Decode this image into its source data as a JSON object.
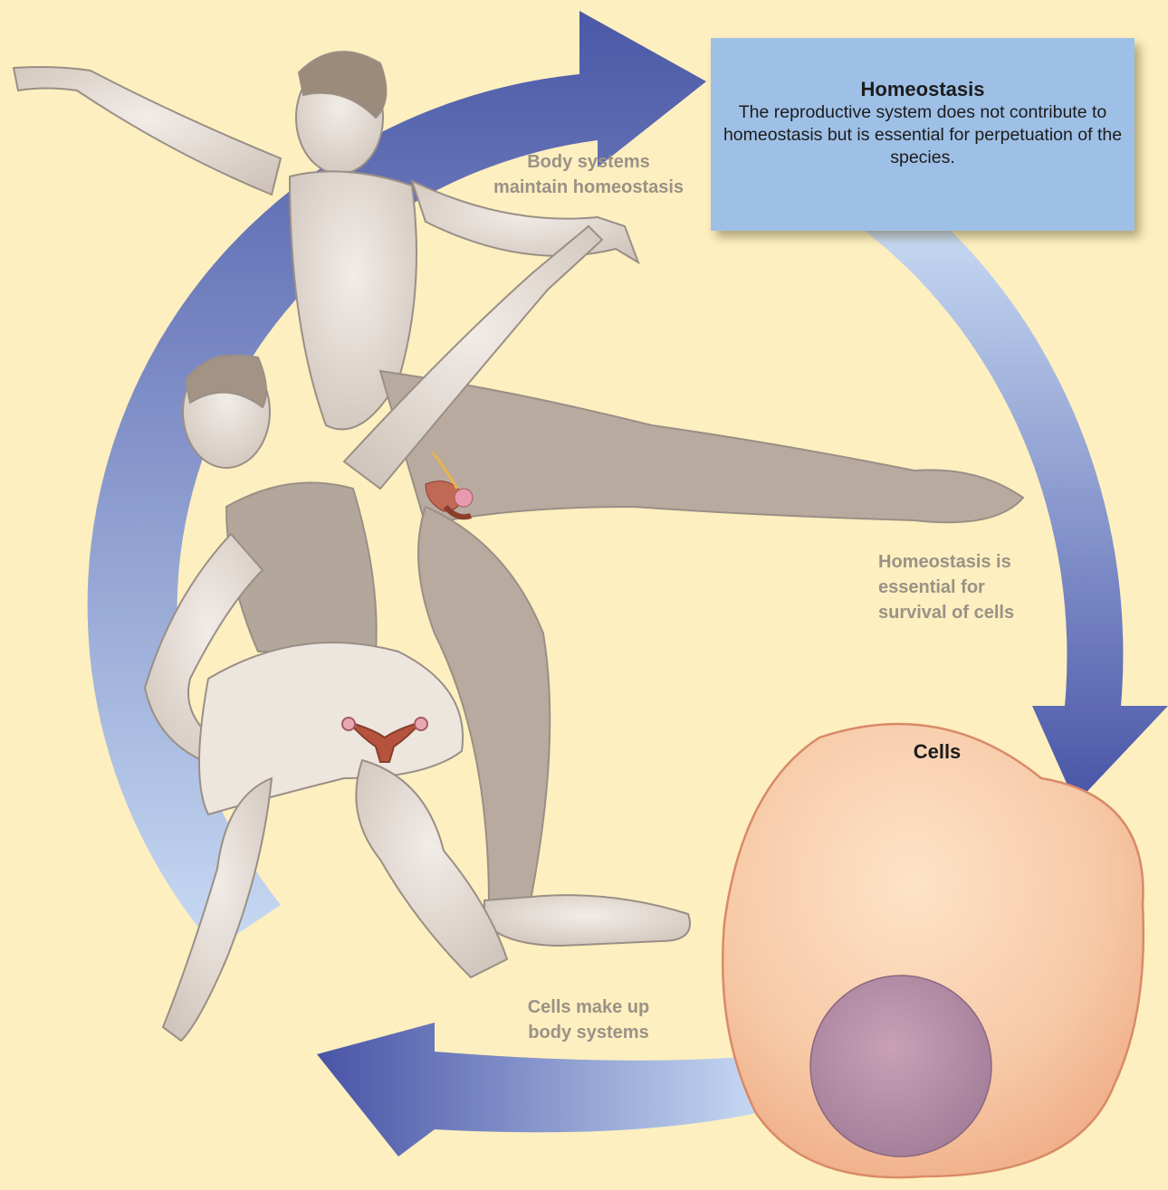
{
  "homeostasis_box": {
    "title": "Homeostasis",
    "body": "The reproductive system does not contribute to homeostasis but is essential for perpetuation of the species."
  },
  "cycle_labels": {
    "body_systems": "Body systems\nmaintain homeostasis",
    "homeostasis_essential": "Homeostasis is\nessential for\nsurvival of cells",
    "cells_make_up": "Cells make up\nbody systems"
  },
  "cell": {
    "label": "Cells"
  },
  "colors": {
    "background": "#fdefbf",
    "arrow_dark": "#4a58a8",
    "arrow_light": "#c4d8f2",
    "box_fill": "#9fc0e6",
    "label_gray": "#9a9287"
  }
}
